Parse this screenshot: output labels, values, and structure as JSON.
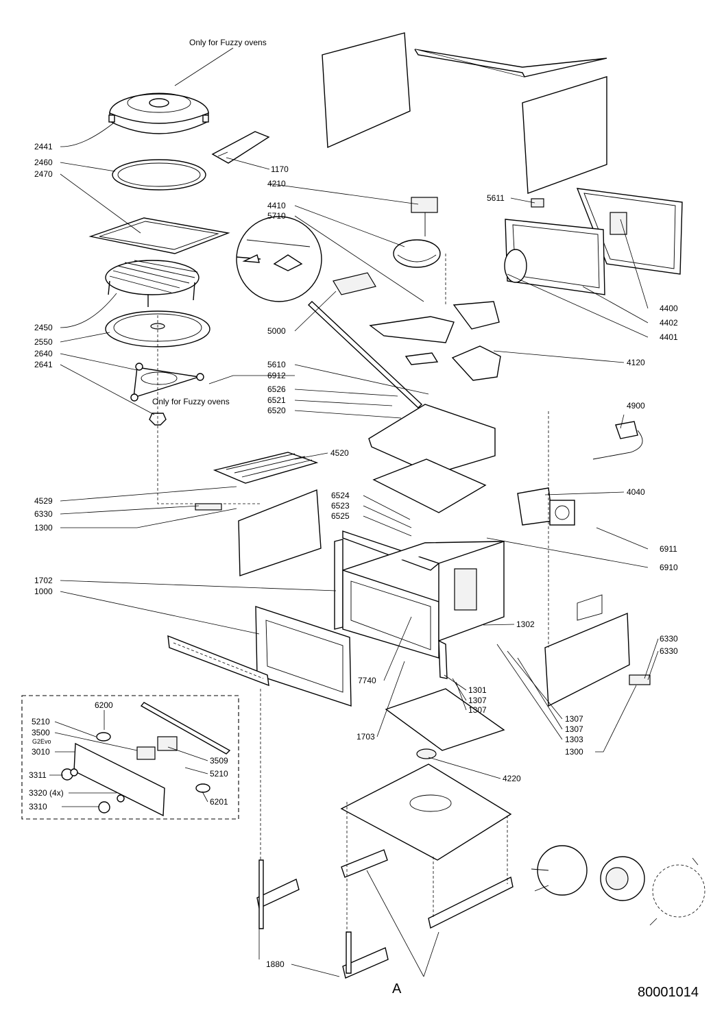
{
  "notes": {
    "fuzzy_top": "Only for Fuzzy ovens",
    "fuzzy_mid": "Only for Fuzzy ovens",
    "g2evo": "G2Evo",
    "drawing_number": "80001014",
    "view_marker": "A"
  },
  "labels_left": [
    "2441",
    "2460",
    "2470",
    "2450",
    "2550",
    "2640",
    "2641",
    "4529",
    "6330",
    "1300",
    "1702",
    "1000"
  ],
  "labels_center": [
    "1170",
    "4210",
    "4410",
    "5710",
    "5000",
    "5610",
    "6912",
    "6526",
    "6521",
    "6520",
    "4520",
    "6524",
    "6523",
    "6525",
    "7740",
    "1703",
    "1301",
    "1307",
    "1307",
    "4220",
    "1880"
  ],
  "labels_right": [
    "5611",
    "4400",
    "4402",
    "4401",
    "4120",
    "4900",
    "4040",
    "6911",
    "6910",
    "1302",
    "6330",
    "6330",
    "1307",
    "1307",
    "1303",
    "1300"
  ],
  "labels_panel": [
    "6200",
    "5210",
    "3500",
    "3010",
    "3311",
    "3320 (4x)",
    "3310",
    "3509",
    "5210",
    "6201"
  ]
}
